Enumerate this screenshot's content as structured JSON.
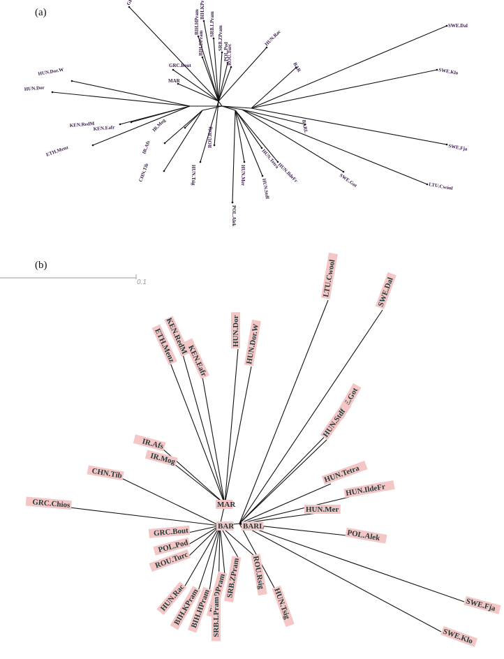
{
  "panels": {
    "a": {
      "label": "(a)",
      "center": "",
      "internal": [
        {
          "id": "n1"
        },
        {
          "id": "n2"
        },
        {
          "id": "n3"
        },
        {
          "id": "n4"
        },
        {
          "id": "n5"
        },
        {
          "id": "n6"
        }
      ],
      "leaves": [
        {
          "label": "GRC.Chios",
          "parent": "n1"
        },
        {
          "label": "BIH.KPram",
          "parent": "n1"
        },
        {
          "label": "BIH.HPram",
          "parent": "n1"
        },
        {
          "label": "BIH.DPram",
          "parent": "n1"
        },
        {
          "label": "SRB.LPram",
          "parent": "n1"
        },
        {
          "label": "SRB.ZPram",
          "parent": "n1"
        },
        {
          "label": "POL.Pod",
          "parent": "n1"
        },
        {
          "label": "ROU.Turc",
          "parent": "n1"
        },
        {
          "label": "HUN.Rac",
          "parent": "n1"
        },
        {
          "label": "GRC.Bout",
          "parent": "n1"
        },
        {
          "label": "MAR",
          "parent": "n1"
        },
        {
          "label": "HUN.Dor.W",
          "parent": "n2"
        },
        {
          "label": "HUN.Dor",
          "parent": "n2"
        },
        {
          "label": "KEN.RedM",
          "parent": "n2"
        },
        {
          "label": "KEN.Eafr",
          "parent": "n2"
        },
        {
          "label": "ETH.Menz",
          "parent": "n2"
        },
        {
          "label": "IR.Mog",
          "parent": "n3"
        },
        {
          "label": "IR.Afs",
          "parent": "n3"
        },
        {
          "label": "CHN.Tib",
          "parent": "n3"
        },
        {
          "label": "HUN.Tsig",
          "parent": "n1"
        },
        {
          "label": "ROU.Rsig",
          "parent": "n1"
        },
        {
          "label": "POL.Alek",
          "parent": "n4"
        },
        {
          "label": "HUN.Mer",
          "parent": "n4"
        },
        {
          "label": "HUN.Tetra",
          "parent": "n4"
        },
        {
          "label": "HUN.Stdf",
          "parent": "n4"
        },
        {
          "label": "HUN.IldeFr",
          "parent": "n4"
        },
        {
          "label": "SWE.Got",
          "parent": "n5"
        },
        {
          "label": "LTU.Cwool",
          "parent": "n5"
        },
        {
          "label": "BARL",
          "parent": "n5"
        },
        {
          "label": "SWE.Fja",
          "parent": "n6"
        },
        {
          "label": "SWE.Klo",
          "parent": "n6"
        },
        {
          "label": "SWE.Dal",
          "parent": "n6"
        },
        {
          "label": "BAR",
          "parent": "n6"
        }
      ]
    },
    "b": {
      "label": "(b)",
      "scale_label": "0.1",
      "center_left": "BAR",
      "center_right": "BARL",
      "mar_label": "MAR",
      "leaves": [
        {
          "label": "LTU.Cwool",
          "origin": "right"
        },
        {
          "label": "SWE.Dal",
          "origin": "right"
        },
        {
          "label": "HUN.Dor",
          "origin": "mar"
        },
        {
          "label": "HUN.Dor.W",
          "origin": "mar"
        },
        {
          "label": "ETH.Menz",
          "origin": "mar"
        },
        {
          "label": "KEN.RedM",
          "origin": "mar"
        },
        {
          "label": "KEN.Eafr",
          "origin": "mar"
        },
        {
          "label": "SWE.Got",
          "origin": "right"
        },
        {
          "label": "IR.Afs",
          "origin": "mar"
        },
        {
          "label": "IR.Mog",
          "origin": "mar"
        },
        {
          "label": "CHN.Tib",
          "origin": "left"
        },
        {
          "label": "HUN.Stdf",
          "origin": "right"
        },
        {
          "label": "HUN.Tetra",
          "origin": "right"
        },
        {
          "label": "HUN.IldeFr",
          "origin": "right"
        },
        {
          "label": "GRC.Chios",
          "origin": "left"
        },
        {
          "label": "HUN.Mer",
          "origin": "right"
        },
        {
          "label": "GRC.Bout",
          "origin": "left"
        },
        {
          "label": "POL.Pod",
          "origin": "left"
        },
        {
          "label": "ROU.Turc",
          "origin": "left"
        },
        {
          "label": "POL.Alek",
          "origin": "right"
        },
        {
          "label": "HUN.Rac",
          "origin": "left"
        },
        {
          "label": "BIH.KPram",
          "origin": "left"
        },
        {
          "label": "BIH.HPram",
          "origin": "left"
        },
        {
          "label": "BIH.DPram",
          "origin": "left"
        },
        {
          "label": "SRB.ZPram",
          "origin": "left"
        },
        {
          "label": "SRB.LPram",
          "origin": "left"
        },
        {
          "label": "ROU.Rsig",
          "origin": "left"
        },
        {
          "label": "HUN.Tsig",
          "origin": "right"
        },
        {
          "label": "SWE.Fja",
          "origin": "right"
        },
        {
          "label": "SWE.Klo",
          "origin": "right"
        }
      ]
    }
  }
}
